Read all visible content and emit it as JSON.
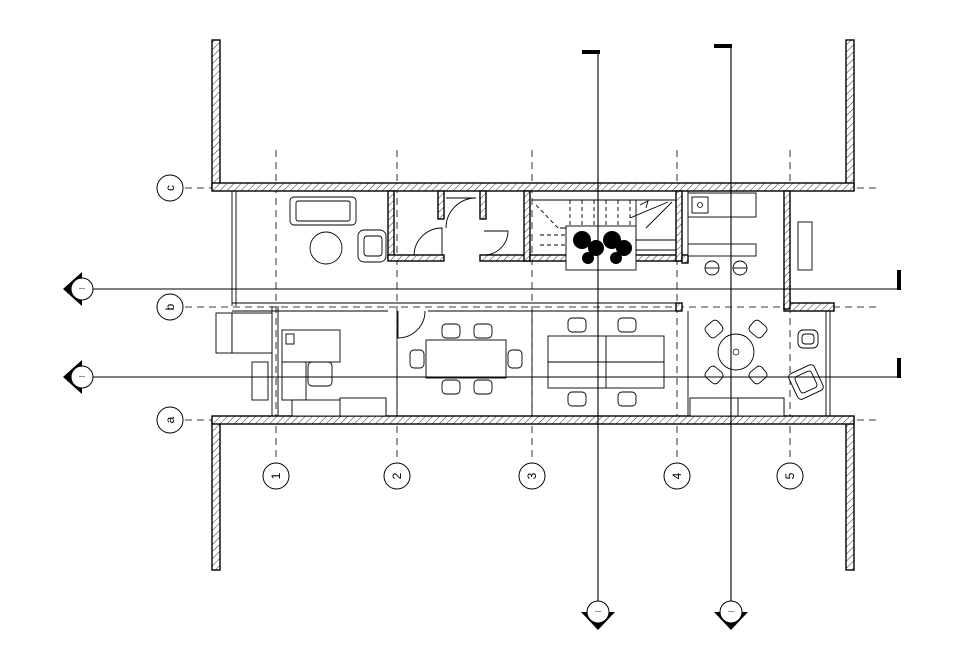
{
  "grid": {
    "rows": [
      "c",
      "b",
      "a"
    ],
    "columns": [
      "1",
      "2",
      "3",
      "4",
      "5"
    ]
  },
  "sections": {
    "marker_text": "—"
  }
}
